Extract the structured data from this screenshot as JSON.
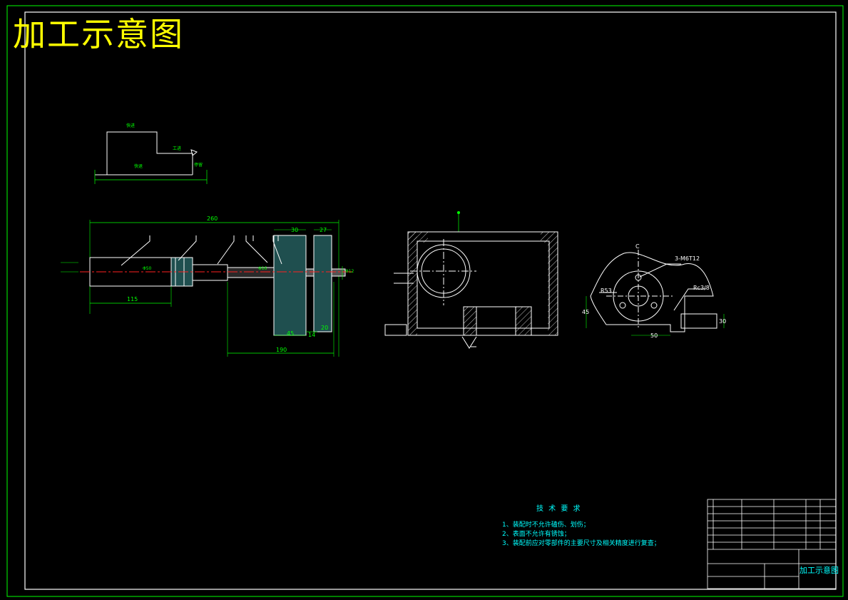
{
  "drawing": {
    "title": "加工示意图",
    "tech_requirements": {
      "heading": "技 术 要 求",
      "items": [
        "1、装配时不允许磕伤、划伤；",
        "2、表面不允许有锈蚀；",
        "3、装配前应对零部件的主要尺寸及相关精度进行复查；"
      ]
    },
    "cycle_diagram": {
      "labels": [
        "快进",
        "工进",
        "快退",
        "停留"
      ]
    },
    "dimensions": {
      "total_length": "260",
      "left_length": "115",
      "lower_length": "190",
      "d1": "30",
      "d2": "27",
      "d3": "45",
      "d4": "14",
      "d5": "20",
      "dia_shank": "Φ50",
      "dia_bore": "Φ16",
      "dia_small": "Φ12"
    },
    "part_annotations": {
      "center_mark": "C",
      "thread": "3-M6T12",
      "radius": "R53",
      "pipe": "Rc3/8",
      "dim_45": "45",
      "dim_50": "50",
      "dim_30": "30"
    },
    "title_block": {
      "name": "加工示意图"
    }
  }
}
